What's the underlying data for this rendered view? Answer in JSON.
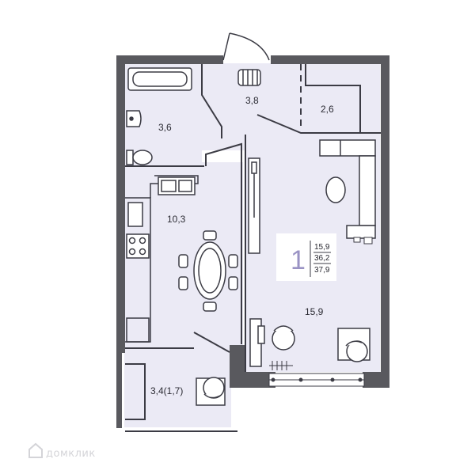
{
  "rooms": {
    "bathroom": "3,6",
    "hallway": "3,8",
    "wardrobe": "2,6",
    "kitchen": "10,3",
    "living": "15,9",
    "balcony": "3,4(1,7)"
  },
  "badge": {
    "rooms_count": "1",
    "living_area": "15,9",
    "total_area": "36,2",
    "total_with_balcony": "37,9"
  },
  "watermark": {
    "text": "домклик"
  },
  "colors": {
    "wall": "#59595e",
    "floor": "#ebeaf5",
    "line": "#3b3b44",
    "accent": "#9a93c4",
    "watermark": "#d4d4d8"
  },
  "icons": [
    "bathtub-icon",
    "sink-icon",
    "toilet-icon",
    "radiator-icon",
    "stove-icon",
    "kitchen-sink-icon",
    "sofa-icon",
    "table-icon",
    "chair-icon",
    "tv-icon",
    "desk-icon",
    "armchair-icon",
    "house-logo-icon"
  ]
}
